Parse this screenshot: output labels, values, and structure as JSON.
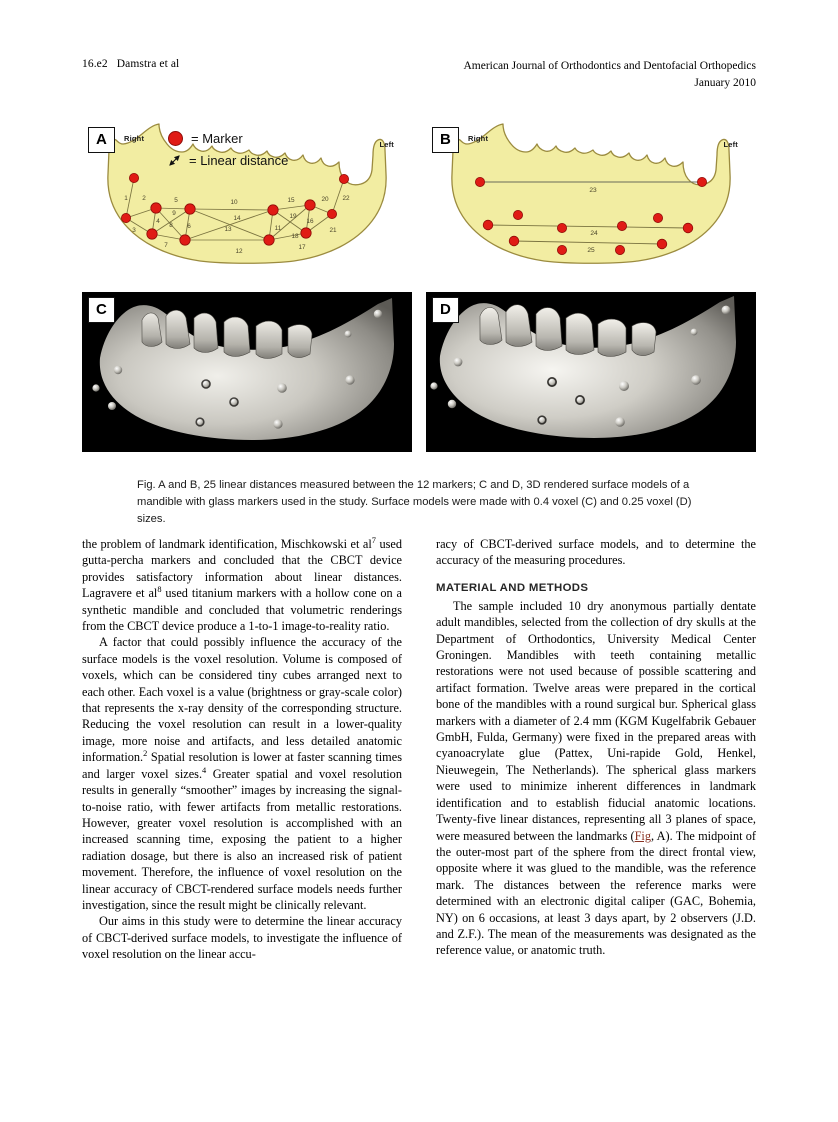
{
  "running_head": {
    "folio": "16.e2",
    "authors": "Damstra et al",
    "journal": "American Journal of Orthodontics and Dentofacial Orthopedics",
    "issue_date": "January 2010"
  },
  "figure": {
    "panels": {
      "a": {
        "tag": "A",
        "side_right": "Right",
        "side_left": "Left",
        "legend_marker": "= Marker",
        "legend_distance": "= Linear distance",
        "distance_numbers": [
          "1",
          "2",
          "3",
          "4",
          "5",
          "6",
          "7",
          "8",
          "9",
          "10",
          "11",
          "12",
          "13",
          "14",
          "15",
          "16",
          "17",
          "18",
          "19",
          "20",
          "21",
          "22"
        ]
      },
      "b": {
        "tag": "B",
        "side_right": "Right",
        "side_left": "Left",
        "distance_numbers": [
          "23",
          "24",
          "25"
        ]
      },
      "c": {
        "tag": "C"
      },
      "d": {
        "tag": "D"
      }
    },
    "colors": {
      "mandible_fill": "#f2eda2",
      "mandible_stroke": "#9b8b3f",
      "marker_red": "#e01b15",
      "measure_line": "#7a7340",
      "render_background": "#000000"
    },
    "caption": "Fig.  A and B, 25 linear distances measured between the 12 markers; C and D, 3D rendered surface models of a mandible with glass markers used in the study. Surface models were made with 0.4 voxel (C) and 0.25 voxel (D) sizes."
  },
  "body": {
    "left_column": {
      "para_1_part_a": "the problem of landmark identification, Mischkowski et al",
      "para_1_sup_1": "7",
      "para_1_part_b": " used gutta-percha markers and concluded that the CBCT device provides satisfactory information about linear distances. Lagravere et al",
      "para_1_sup_2": "8",
      "para_1_part_c": " used titanium markers with a hollow cone on a synthetic mandible and concluded that volumetric renderings from the CBCT device produce a 1-to-1 image-to-reality ratio.",
      "para_2_part_a": "A factor that could possibly influence the accuracy of the surface models is the voxel resolution. Volume is composed of voxels, which can be considered tiny cubes arranged next to each other. Each voxel is a value (brightness or gray-scale color) that represents the x-ray density of the corresponding structure. Reducing the voxel resolution can result in a lower-quality image, more noise and artifacts, and less detailed anatomic information.",
      "para_2_sup_1": "2",
      "para_2_part_b": " Spatial resolution is lower at faster scanning times and larger voxel sizes.",
      "para_2_sup_2": "4",
      "para_2_part_c": " Greater spatial and voxel resolution results in generally “smoother” images by increasing the signal-to-noise ratio, with fewer artifacts from metallic restorations. However, greater voxel resolution is accomplished with an increased scanning time, exposing the patient to a higher radiation dosage, but there is also an increased risk of patient movement. Therefore, the influence of voxel resolution on the linear accuracy of CBCT-rendered surface models needs further investigation, since the result might be clinically relevant.",
      "para_3": "Our aims in this study were to determine the linear accuracy of CBCT-derived surface models, to investigate the influence of voxel resolution on the linear accu-"
    },
    "right_column": {
      "para_1": "racy of CBCT-derived surface models, and to determine the accuracy of the measuring procedures.",
      "section_heading": "MATERIAL AND METHODS",
      "para_2": "The sample included 10 dry anonymous partially dentate adult mandibles, selected from the collection of dry skulls at the Department of Orthodontics, University Medical Center Groningen. Mandibles with teeth containing metallic restorations were not used because of possible scattering and artifact formation. Twelve areas were prepared in the cortical bone of the mandibles with a round surgical bur. Spherical glass markers with a diameter of 2.4 mm (KGM Kugelfabrik Gebauer GmbH, Fulda, Germany) were fixed in the prepared areas with cyanoacrylate glue (Pattex, Uni-rapide Gold, Henkel, Nieuwegein, The Netherlands). The spherical glass markers were used to minimize inherent differences in landmark identification and to establish fiducial anatomic locations. Twenty-five linear distances, representing all 3 planes of space, were measured between the landmarks (",
      "para_2_xref": "Fig",
      "para_2_cont": ", A). The midpoint of the outer-most part of the sphere from the direct frontal view, opposite where it was glued to the mandible, was the reference mark. The distances between the reference marks were determined with an electronic digital caliper (GAC, Bohemia, NY) on 6 occasions, at least 3 days apart, by 2 observers (J.D. and Z.F.). The mean of the measurements was designated as the reference value, or anatomic truth."
    }
  }
}
